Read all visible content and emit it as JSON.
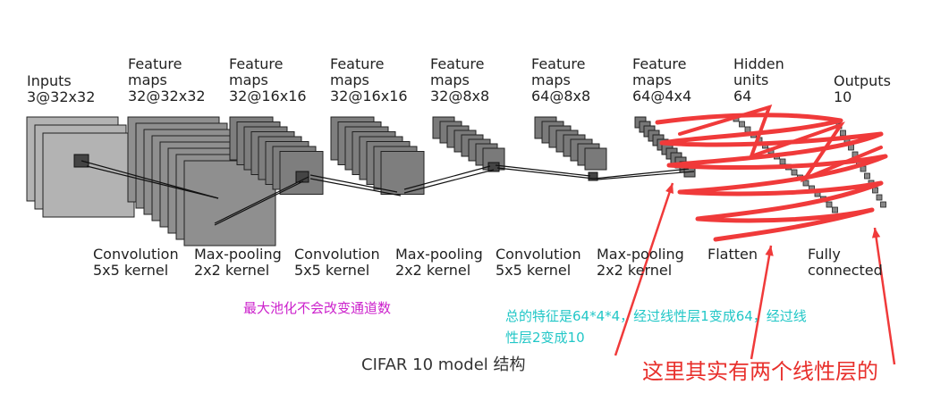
{
  "layers": [
    {
      "line1": "Inputs",
      "line2": "3@32x32"
    },
    {
      "line1": "Feature",
      "line2": "maps",
      "line3": "32@32x32"
    },
    {
      "line1": "Feature",
      "line2": "maps",
      "line3": "32@16x16"
    },
    {
      "line1": "Feature",
      "line2": "maps",
      "line3": "32@16x16"
    },
    {
      "line1": "Feature",
      "line2": "maps",
      "line3": "32@8x8"
    },
    {
      "line1": "Feature",
      "line2": "maps",
      "line3": "64@8x8"
    },
    {
      "line1": "Feature",
      "line2": "maps",
      "line3": "64@4x4"
    },
    {
      "line1": "Hidden",
      "line2": "units",
      "line3": "64"
    },
    {
      "line1": "Outputs",
      "line2": "10"
    }
  ],
  "operations": [
    {
      "line1": "Convolution",
      "line2": "5x5 kernel"
    },
    {
      "line1": "Max-pooling",
      "line2": "2x2 kernel"
    },
    {
      "line1": "Convolution",
      "line2": "5x5 kernel"
    },
    {
      "line1": "Max-pooling",
      "line2": "2x2 kernel"
    },
    {
      "line1": "Convolution",
      "line2": "5x5 kernel"
    },
    {
      "line1": "Max-pooling",
      "line2": "2x2 kernel"
    },
    {
      "line1": "Flatten",
      "line2": ""
    },
    {
      "line1": "Fully",
      "line2": "connected"
    }
  ],
  "caption": "CIFAR 10 model 结构",
  "annotations": {
    "pooling_note": "最大池化不会改变通道数",
    "feature_note_line1": "总的特征是64*4*4，经过线性层1变成64，经过线",
    "feature_note_line2": "性层2变成10",
    "linear_note": "这里其实有两个线性层的"
  },
  "colors": {
    "pooling_note": "#cc22cc",
    "feature_note": "#22c7c7",
    "linear_note": "#e8302c",
    "scribble": "#f03a3a"
  }
}
